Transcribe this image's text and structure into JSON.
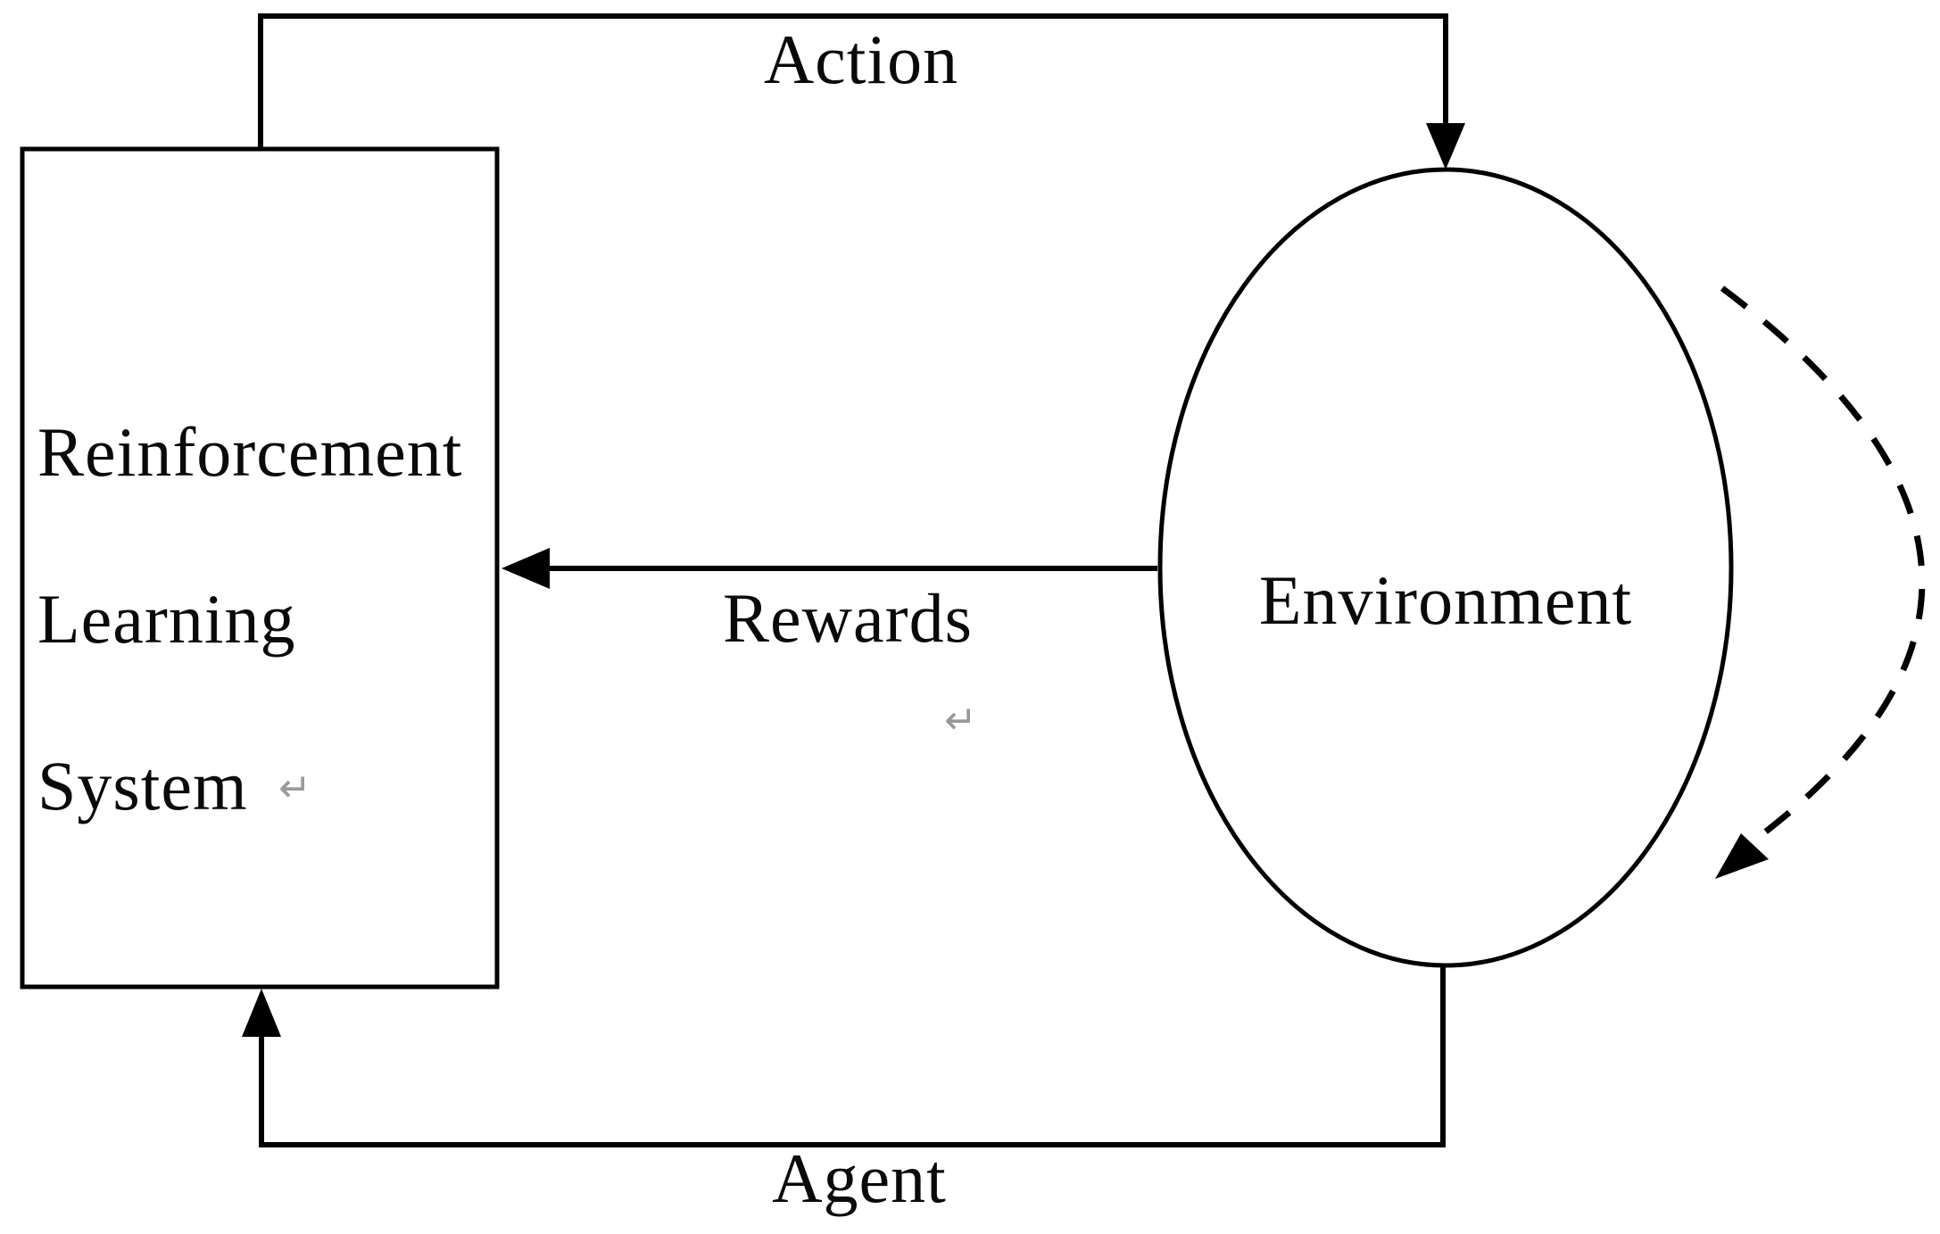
{
  "diagram": {
    "title": "Reinforcement learning loop diagram",
    "colors": {
      "background": "#ffffff",
      "stroke": "#000000",
      "return_mark": "#999999"
    },
    "box": {
      "line1": "Reinforcement",
      "line2": "Learning",
      "line3": "System"
    },
    "ellipse_label": "Environment",
    "labels": {
      "action": "Action",
      "rewards": "Rewards",
      "agent": "Agent"
    },
    "marks": {
      "system_return": "↵",
      "mid_return": "↵"
    }
  }
}
